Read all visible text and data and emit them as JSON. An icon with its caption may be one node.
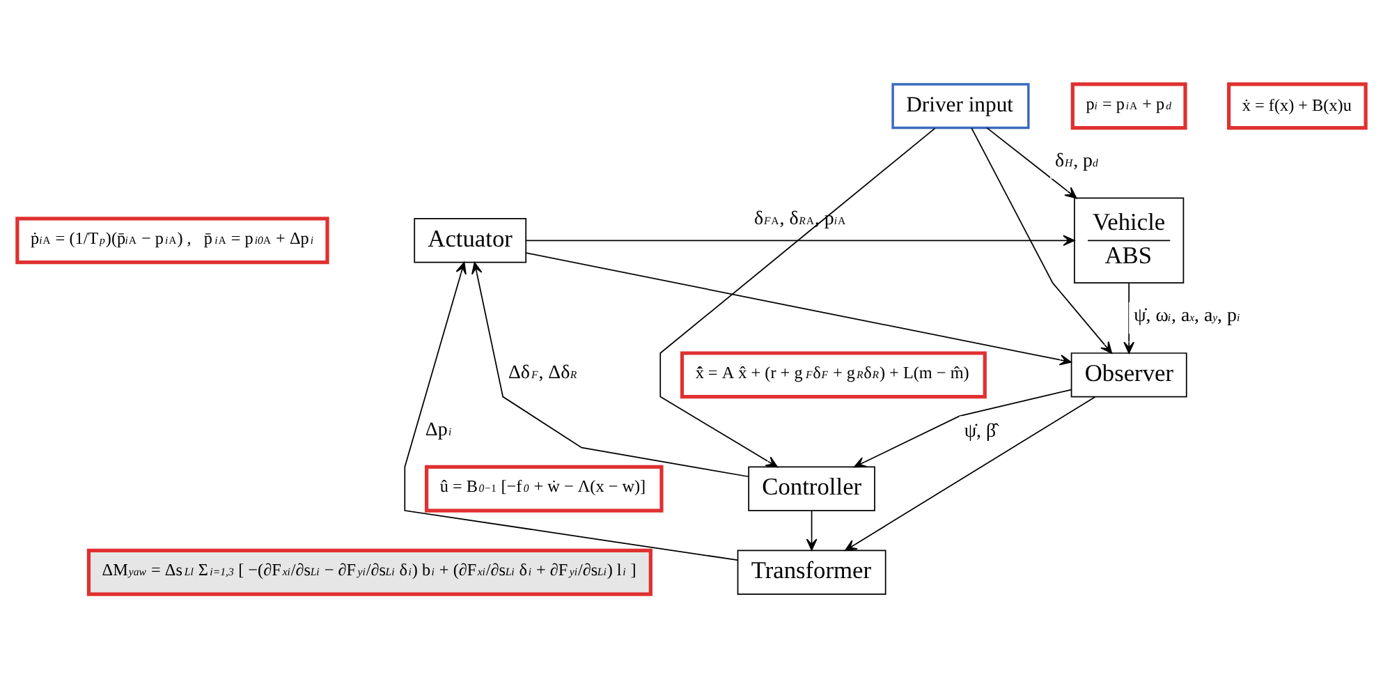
{
  "diagram": {
    "nodes": [
      {
        "text": [
          "Vehicle",
          "ABS"
        ]
      },
      {
        "text": [
          "Actuator"
        ]
      },
      {
        "text": [
          "Transformer"
        ]
      },
      {
        "text": [
          "Observer"
        ]
      },
      {
        "text": [
          "Controller"
        ]
      },
      {
        "text": [
          "Driver input"
        ]
      },
      {
        "text": [
          "p$_{i}$ = p$_{i}$$^{A}$ + p$_{d}$"
        ]
      },
      {
        "text": [
          "ṗ$_{i}$$^{A}$ = (1/T$_{p}$)(p̄$_{i}$$^{A}$ − p$_{i}$$^{A}$) ,   p̄$_{i}$$^{A}$ = p$_{i0}$$^{A}$ + Δp$_{i}$"
        ]
      },
      {
        "text": [
          "ẋ = f(x) + B(x)u"
        ]
      },
      {
        "text": [
          "x̂̇ = A x̂ + (r + g$_{F}$δ$_{F}$ + g$_{R}$δ$_{R}$) + L(m − m̂)"
        ]
      },
      {
        "text": [
          "ΔM$_{yaw}$ = Δs$_{Ll}$ Σ$_{i=1,3}$ [ −(∂F$_{xi}$/∂s$_{Li}$ − ∂F$_{yi}$/∂s$_{Li}$ δ$_{i}$) b$_{i}$ + (∂F$_{xi}$/∂s$_{Li}$ δ$_{i}$ + ∂F$_{yi}$/∂s$_{Li}$) l$_{i}$ ]"
        ]
      },
      {
        "text": [
          "û = B$_{0}$$^{−1}$ [−f$_{0}$ + ẇ − Λ(x − w)]"
        ]
      }
    ],
    "edges": [
      {
        "from": 5,
        "to": 0,
        "arrow": "to",
        "label": "δ$_{H}$, p$_{d}$"
      },
      {
        "from": 5,
        "to": 3,
        "arrow": "to"
      },
      {
        "from": 5,
        "to": 4,
        "arrow": "to"
      },
      {
        "from": 1,
        "to": 0,
        "arrow": "to",
        "label": "δ$_{F}$$^{A}$, δ$_{R}$$^{A}$, p$_{i}$$^{A}$"
      },
      {
        "from": 1,
        "to": 3,
        "arrow": "to"
      },
      {
        "from": 0,
        "to": 3,
        "arrow": "to",
        "label": "ψ̇, ω$_{i}$, a$_{x}$, a$_{y}$, p$_{i}$"
      },
      {
        "from": 3,
        "to": 2,
        "arrow": "to"
      },
      {
        "from": 3,
        "to": 4,
        "arrow": "to",
        "label": "ψ̇, β̂"
      },
      {
        "from": 4,
        "to": 2,
        "arrow": "to"
      },
      {
        "from": 2,
        "to": 1,
        "arrow": "to",
        "label": "Δp$_{i}$"
      },
      {
        "from": 4,
        "to": 1,
        "arrow": "to",
        "label": "Δδ$_{F}$, Δδ$_{R}$"
      }
    ]
  }
}
